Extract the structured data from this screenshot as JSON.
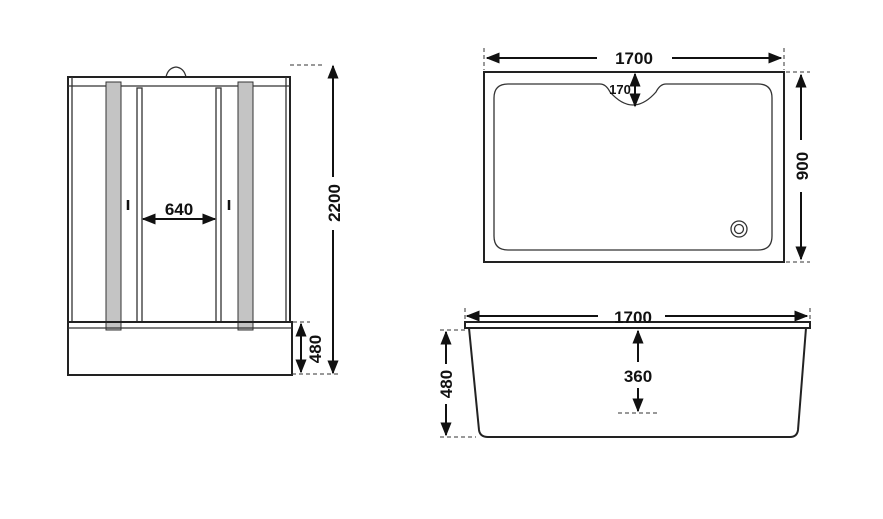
{
  "shower_front": {
    "height_label": "2200",
    "tray_height_label": "480",
    "door_width_label": "640"
  },
  "tray_plan": {
    "length_label": "1700",
    "width_label": "900",
    "notch_label": "170"
  },
  "tray_side": {
    "length_label": "1700",
    "height_label": "480",
    "depth_label": "360"
  }
}
